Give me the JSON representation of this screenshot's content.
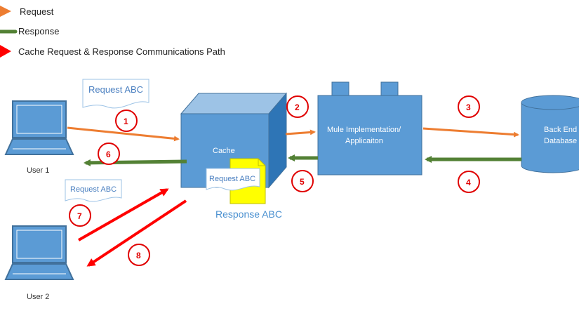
{
  "legend": {
    "request": "Request",
    "response": "Response",
    "cache_path": "Cache Request  & Response Communications Path"
  },
  "nodes": {
    "user1": "User 1",
    "user2": "User 2",
    "cache": "Cache",
    "mule_line1": "Mule Implementation/",
    "mule_line2": "Applicaiton",
    "db_line1": "Back End",
    "db_line2": "Database"
  },
  "documents": {
    "request_abc_top": "Request ABC",
    "request_abc_user2": "Request ABC",
    "request_abc_cache": "Request ABC",
    "response_abc": "Response ABC"
  },
  "steps": [
    "1",
    "2",
    "3",
    "4",
    "5",
    "6",
    "7",
    "8"
  ],
  "colors": {
    "request_arrow": "#ed7d31",
    "response_arrow": "#538135",
    "cache_path_arrow": "#ff0000",
    "shape_fill": "#5b9bd5",
    "step_ring": "#e00000"
  }
}
